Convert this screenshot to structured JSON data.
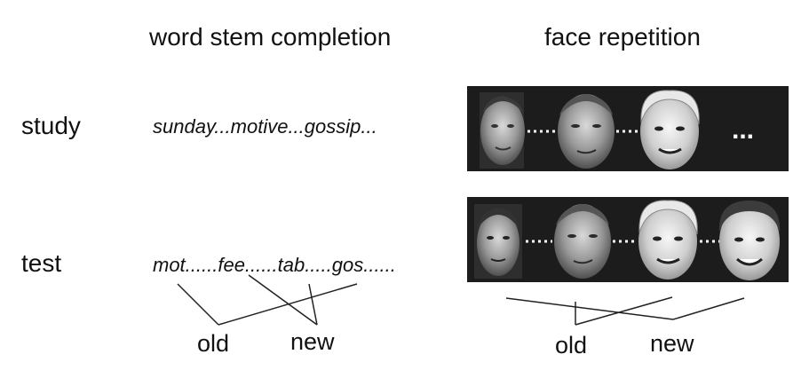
{
  "headers": {
    "left": "word stem completion",
    "right": "face repetition"
  },
  "rows": {
    "study": "study",
    "test": "test"
  },
  "word_task": {
    "study_text": "sunday...motive...gossip...",
    "test_text": "mot......fee......tab.....gos......",
    "old_label": "old",
    "new_label": "new"
  },
  "face_task": {
    "study_ellipsis": "...",
    "study_faces": [
      "face-portrait-1",
      "face-portrait-2",
      "face-portrait-3"
    ],
    "test_faces": [
      "face-portrait-4",
      "face-portrait-2",
      "face-portrait-3",
      "face-portrait-5"
    ],
    "old_label": "old",
    "new_label": "new"
  },
  "colors": {
    "panel": "#1c1c1c",
    "line": "#222222",
    "face_bg": "#6b6b6b"
  }
}
